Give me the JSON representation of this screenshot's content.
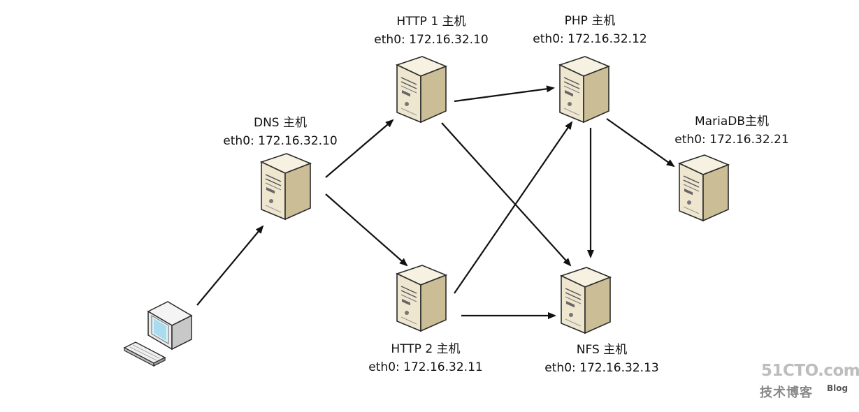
{
  "nodes": {
    "dns": {
      "title": "DNS 主机",
      "ip": "eth0: 172.16.32.10"
    },
    "http1": {
      "title": "HTTP 1 主机",
      "ip": "eth0: 172.16.32.10"
    },
    "http2": {
      "title": "HTTP 2 主机",
      "ip": "eth0: 172.16.32.11"
    },
    "php": {
      "title": "PHP 主机",
      "ip": "eth0: 172.16.32.12"
    },
    "mariadb": {
      "title": "MariaDB主机",
      "ip": "eth0: 172.16.32.21"
    },
    "nfs": {
      "title": "NFS 主机",
      "ip": "eth0: 172.16.32.13"
    }
  },
  "edges": [
    {
      "from": "client",
      "to": "dns"
    },
    {
      "from": "dns",
      "to": "http1"
    },
    {
      "from": "dns",
      "to": "http2"
    },
    {
      "from": "http1",
      "to": "php"
    },
    {
      "from": "http1",
      "to": "nfs"
    },
    {
      "from": "http2",
      "to": "php"
    },
    {
      "from": "http2",
      "to": "nfs"
    },
    {
      "from": "php",
      "to": "mariadb"
    },
    {
      "from": "php",
      "to": "nfs"
    }
  ],
  "watermark": {
    "brand": "51CTO.com",
    "sub": "技术博客",
    "blog": "Blog"
  },
  "colors": {
    "server_face": "#eee6cf",
    "server_side": "#c9bb93",
    "server_top": "#f7f2e2",
    "outline": "#2b2b2b",
    "arrow": "#111111"
  }
}
